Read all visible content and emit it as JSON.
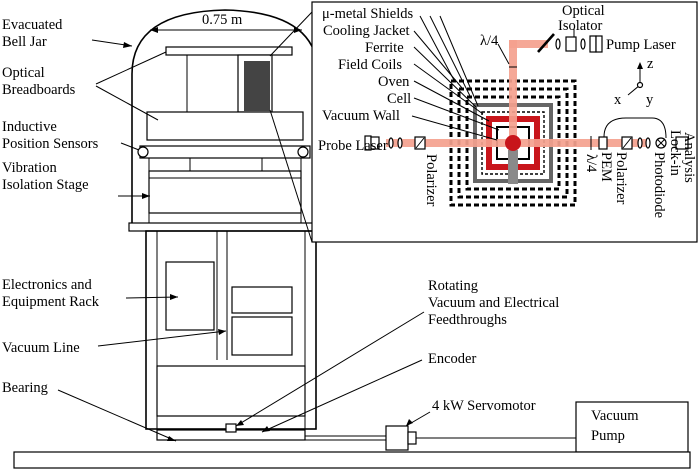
{
  "labels": {
    "dimension": "0.75 m",
    "evacuated_bell_jar": [
      "Evacuated",
      "Bell Jar"
    ],
    "optical_breadboards": [
      "Optical",
      "Breadboards"
    ],
    "inductive_position_sensors": [
      "Inductive",
      "Position Sensors"
    ],
    "vibration_isolation_stage": [
      "Vibration",
      "Isolation Stage"
    ],
    "electronics_rack": [
      "Electronics and",
      "Equipment Rack"
    ],
    "vacuum_line": "Vacuum Line",
    "bearing": "Bearing",
    "rotating_feedthroughs": [
      "Rotating",
      "Vacuum and Electrical",
      "Feedthroughs"
    ],
    "encoder": "Encoder",
    "servomotor": "4 kW Servomotor",
    "vacuum_pump": [
      "Vacuum",
      "Pump"
    ]
  },
  "inset": {
    "mu_metal_shields": "μ-metal Shields",
    "cooling_jacket": "Cooling Jacket",
    "ferrite": "Ferrite",
    "field_coils": "Field Coils",
    "oven": "Oven",
    "cell": "Cell",
    "vacuum_wall": "Vacuum Wall",
    "optical_isolator": [
      "Optical",
      "Isolator"
    ],
    "pump_laser": "Pump Laser",
    "lambda_quarter_top": "λ/4",
    "probe_laser": "Probe Laser",
    "polarizer_left": "Polarizer",
    "pem": "PEM",
    "lambda_quarter_right": "λ/4",
    "polarizer_right": "Polarizer",
    "photodiode": "Photodiode",
    "lock_in": "Lock-in",
    "analysis": "Analysis",
    "axis_z": "z",
    "axis_x": "x",
    "axis_y": "y"
  },
  "colors": {
    "beam": "#f4a18e",
    "oven_red": "#c8151b",
    "shield_grey": "#8a8a8a"
  }
}
